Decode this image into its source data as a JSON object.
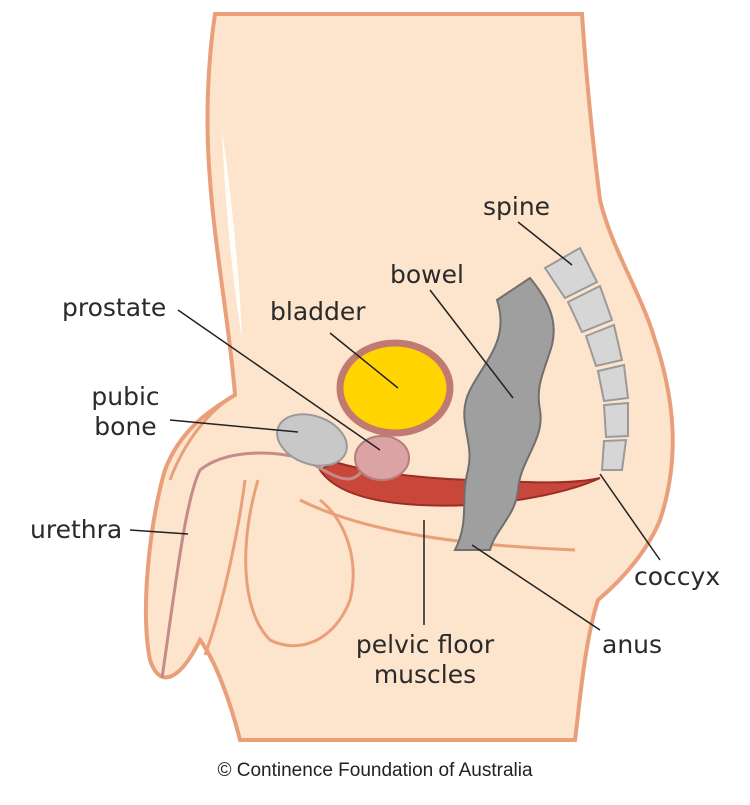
{
  "labels": {
    "spine": "spine",
    "bowel": "bowel",
    "prostate": "prostate",
    "bladder": "bladder",
    "pubic_bone_line1": "pubic",
    "pubic_bone_line2": "bone",
    "urethra": "urethra",
    "coccyx": "coccyx",
    "anus": "anus",
    "pelvic_floor_line1": "pelvic floor",
    "pelvic_floor_line2": "muscles"
  },
  "credit": "© Continence Foundation of Australia",
  "colors": {
    "skin": "#fde4cc",
    "outline": "#e9a07a",
    "bladder_fill": "#ffd400",
    "bladder_rim": "#c07a72",
    "prostate": "#dba3a3",
    "muscle": "#c9463a",
    "bone": "#c8c8c8",
    "bowel": "#9f9f9f"
  }
}
